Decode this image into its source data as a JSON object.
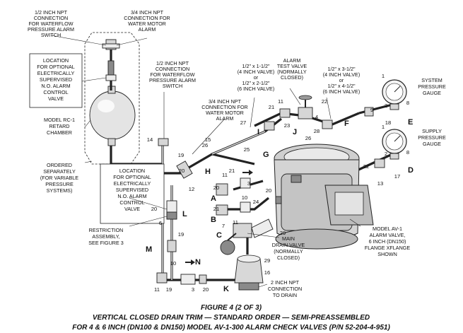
{
  "callouts": {
    "npt_half_top": [
      "1/2 INCH NPT",
      "CONNECTION",
      "FOR WATERFLOW",
      "PRESSURE ALARM",
      "SWITCH"
    ],
    "npt_three_quarter_top": [
      "3/4 INCH NPT",
      "CONNECTION FOR",
      "WATER MOTOR",
      "ALARM"
    ],
    "location_optional_top": [
      "LOCATION",
      "FOR OPTIONAL",
      "ELECTRICALLY",
      "SUPERVISED",
      "N.O. ALARM",
      "CONTROL",
      "VALVE"
    ],
    "retard_chamber": [
      "MODEL RC-1",
      "RETARD",
      "CHAMBER"
    ],
    "ordered_separately": [
      "ORDERED",
      "SEPARATELY",
      "(FOR VARIABLE",
      "PRESSURE",
      "SYSTEMS)"
    ],
    "npt_half_mid": [
      "1/2 INCH NPT",
      "CONNECTION",
      "FOR WATERFLOW",
      "PRESSURE ALARM",
      "SWITCH"
    ],
    "npt_three_quarter_mid": [
      "3/4 INCH NPT",
      "CONNECTION FOR",
      "WATER MOTOR",
      "ALARM"
    ],
    "location_optional_mid": [
      "LOCATION",
      "FOR OPTIONAL",
      "ELECTRICALLY",
      "SUPERVISED",
      "N.O. ALARM",
      "CONTROL",
      "VALVE"
    ],
    "restriction": [
      "RESTRICTION",
      "ASSEMBLY,",
      "SEE FIGURE 3"
    ],
    "nipple_left": [
      "1/2\" x 1-1/2\"",
      "(4 INCH VALVE)",
      "or",
      "1/2\" x 2-1/2\"",
      "(6 INCH VALVE)"
    ],
    "alarm_test": [
      "ALARM",
      "TEST VALVE",
      "(NORMALLY",
      "CLOSED)"
    ],
    "nipple_right": [
      "1/2\" x 3-1/2\"",
      "(4 INCH VALVE)",
      "or",
      "1/2\" x 4-1/2\"",
      "(6 INCH VALVE)"
    ],
    "system_gauge": [
      "SYSTEM",
      "PRESSURE",
      "GAUGE"
    ],
    "supply_gauge": [
      "SUPPLY",
      "PRESSURE",
      "GAUGE"
    ],
    "main_drain": [
      "MAIN",
      "DRAIN VALVE",
      "(NORMALLY",
      "CLOSED)"
    ],
    "model_av1": [
      "MODEL AV-1",
      "ALARM VALVE,",
      "6 INCH (DN150)",
      "FLANGE XFLANGE",
      "SHOWN"
    ],
    "npt_drain": [
      "2 INCH NPT",
      "CONNECTION",
      "TO DRAIN"
    ]
  },
  "letters": [
    "A",
    "B",
    "C",
    "D",
    "E",
    "F",
    "G",
    "H",
    "I",
    "J",
    "K",
    "L",
    "M",
    "N"
  ],
  "numbers": {
    "n1a": "1",
    "n1b": "1",
    "n2a": "2",
    "n2b": "2",
    "n3a": "3",
    "n3b": "3",
    "n4": "4",
    "n6": "6",
    "n7": "7",
    "n8a": "8",
    "n8b": "8",
    "n9": "9",
    "n10a": "10",
    "n10b": "10",
    "n11a": "11",
    "n11b": "11",
    "n11c": "11",
    "n11d": "11",
    "n12": "12",
    "n13": "13",
    "n14": "14",
    "n15": "15",
    "n16": "16",
    "n17": "17",
    "n18": "18",
    "n19a": "19",
    "n19b": "19",
    "n19c": "19",
    "n20a": "20",
    "n20b": "20",
    "n20c": "20",
    "n20d": "20",
    "n20e": "20",
    "n21a": "21",
    "n21b": "21",
    "n21c": "21",
    "n22a": "22",
    "n22b": "22",
    "n23": "23",
    "n24": "24",
    "n25": "25",
    "n26a": "26",
    "n26b": "26",
    "n27": "27",
    "n28": "28",
    "n29a": "29",
    "n29b": "29"
  },
  "caption": {
    "line1": "FIGURE 4 (2 OF 3)",
    "line2": "VERTICAL CLOSED DRAIN TRIM — STANDARD ORDER — SEMI-PREASSEMBLED",
    "line3": "FOR 4 & 6 INCH (DN100 & DN150) MODEL AV-1-300 ALARM CHECK VALVES (P/N 52-204-4-951)"
  }
}
